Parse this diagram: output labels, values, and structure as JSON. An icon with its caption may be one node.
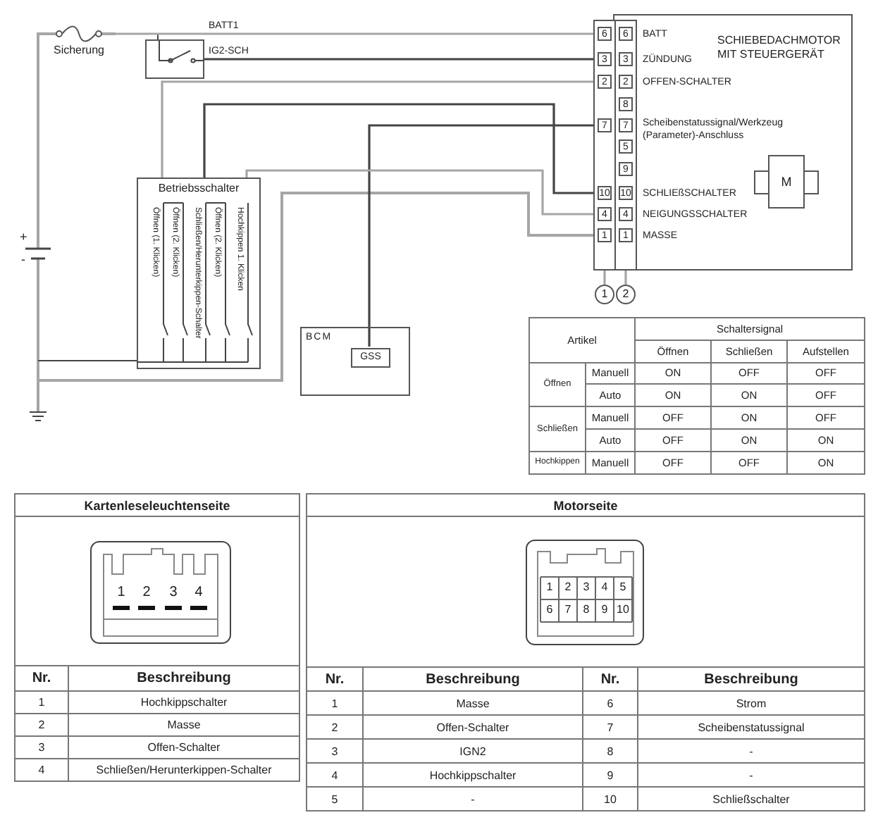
{
  "diagram": {
    "nodes": [
      {
        "text": [
          "Sicherung"
        ]
      },
      {
        "text": [],
        "shape": "box"
      },
      {
        "text": [
          "SCHIEBEDACHMOTOR MIT STEUERGERÄT"
        ]
      },
      {
        "text": [
          "M"
        ],
        "in": 2
      },
      {
        "text": [
          "Betriebsschalter"
        ]
      },
      {
        "text": [
          "1"
        ]
      },
      {
        "text": [
          "2"
        ]
      },
      {
        "text": [
          "BCM"
        ]
      },
      {
        "text": [
          "GSS"
        ],
        "in": 7
      }
    ],
    "edges": [
      {
        "from": 0,
        "to": 2,
        "arrow": "none",
        "label": "BATT1"
      },
      {
        "from": 1,
        "to": 2,
        "arrow": "none",
        "label": "IG2-SCH",
        "color": "#444444"
      },
      {
        "from": 4,
        "to": 2,
        "arrow": "none"
      },
      {
        "from": 4,
        "to": 2,
        "arrow": "none",
        "color": "#444444"
      },
      {
        "from": 8,
        "to": 2,
        "arrow": "none",
        "color": "#444444"
      },
      {
        "from": 4,
        "to": 2,
        "arrow": "none"
      },
      {
        "from": 5,
        "to": 2,
        "arrow": "none"
      },
      {
        "from": 6,
        "to": 2,
        "arrow": "none"
      }
    ],
    "labels": [
      "6",
      "6",
      "BATT",
      "3",
      "3",
      "ZÜNDUNG",
      "2",
      "2",
      "OFFEN-SCHALTER",
      "8",
      "7",
      "7",
      "Scheibenstatussignal/Werkzeug (Parameter)-Anschluss",
      "5",
      "9",
      "10",
      "10",
      "SCHLIEßSCHALTER",
      "4",
      "4",
      "NEIGUNGSSCHALTER",
      "1",
      "1",
      "MASSE",
      "Öffnen (1. Klicken)",
      "Öffnen (2. Klicken)",
      "Schließen/Herunterkippen-Schalter",
      "Öffnen (2. Klicken)",
      "Hochkippen 1. Klicken",
      "+",
      "-",
      "Artikel",
      "Schaltersignal",
      "Öffnen",
      "Schließen",
      "Aufstellen",
      "Öffnen",
      "Manuell",
      "ON",
      "OFF",
      "OFF",
      "Auto",
      "ON",
      "ON",
      "OFF",
      "Schließen",
      "Manuell",
      "OFF",
      "ON",
      "OFF",
      "Auto",
      "OFF",
      "ON",
      "ON",
      "Hochkippen",
      "Manuell",
      "OFF",
      "OFF",
      "ON",
      "Kartenleseleuchtenseite",
      "1",
      "2",
      "3",
      "4",
      "Nr.",
      "Beschreibung",
      "1",
      "Hochkippschalter",
      "2",
      "Masse",
      "3",
      "Offen-Schalter",
      "4",
      "Schließen/Herunterkippen-Schalter",
      "Motorseite",
      "1",
      "2",
      "3",
      "4",
      "5",
      "6",
      "7",
      "8",
      "9",
      "10",
      "Nr.",
      "Beschreibung",
      "Nr.",
      "Beschreibung",
      "1",
      "Masse",
      "6",
      "Strom",
      "2",
      "Offen-Schalter",
      "7",
      "Scheibenstatussignal",
      "3",
      "IGN2",
      "8",
      "-",
      "4",
      "Hochkippschalter",
      "9",
      "-",
      "5",
      "-",
      "10",
      "Schließschalter"
    ]
  }
}
